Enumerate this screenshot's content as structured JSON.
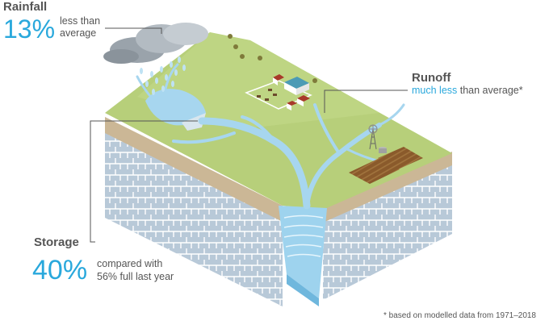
{
  "rainfall": {
    "title": "Rainfall",
    "value": "13%",
    "desc_line1": "less than",
    "desc_line2": "average"
  },
  "runoff": {
    "title": "Runoff",
    "desc_highlight": "much less",
    "desc_rest": " than average*"
  },
  "storage": {
    "title": "Storage",
    "value": "40%",
    "desc_line1": "compared with",
    "desc_line2": "56% full last year"
  },
  "footnote": "* based on modelled data from 1971–2018",
  "colors": {
    "accent": "#29a8dc",
    "grass": "#b7cf7a",
    "soil": "#c9b99a",
    "water": "#9ed3ee",
    "rock": "#a9c1d6"
  }
}
